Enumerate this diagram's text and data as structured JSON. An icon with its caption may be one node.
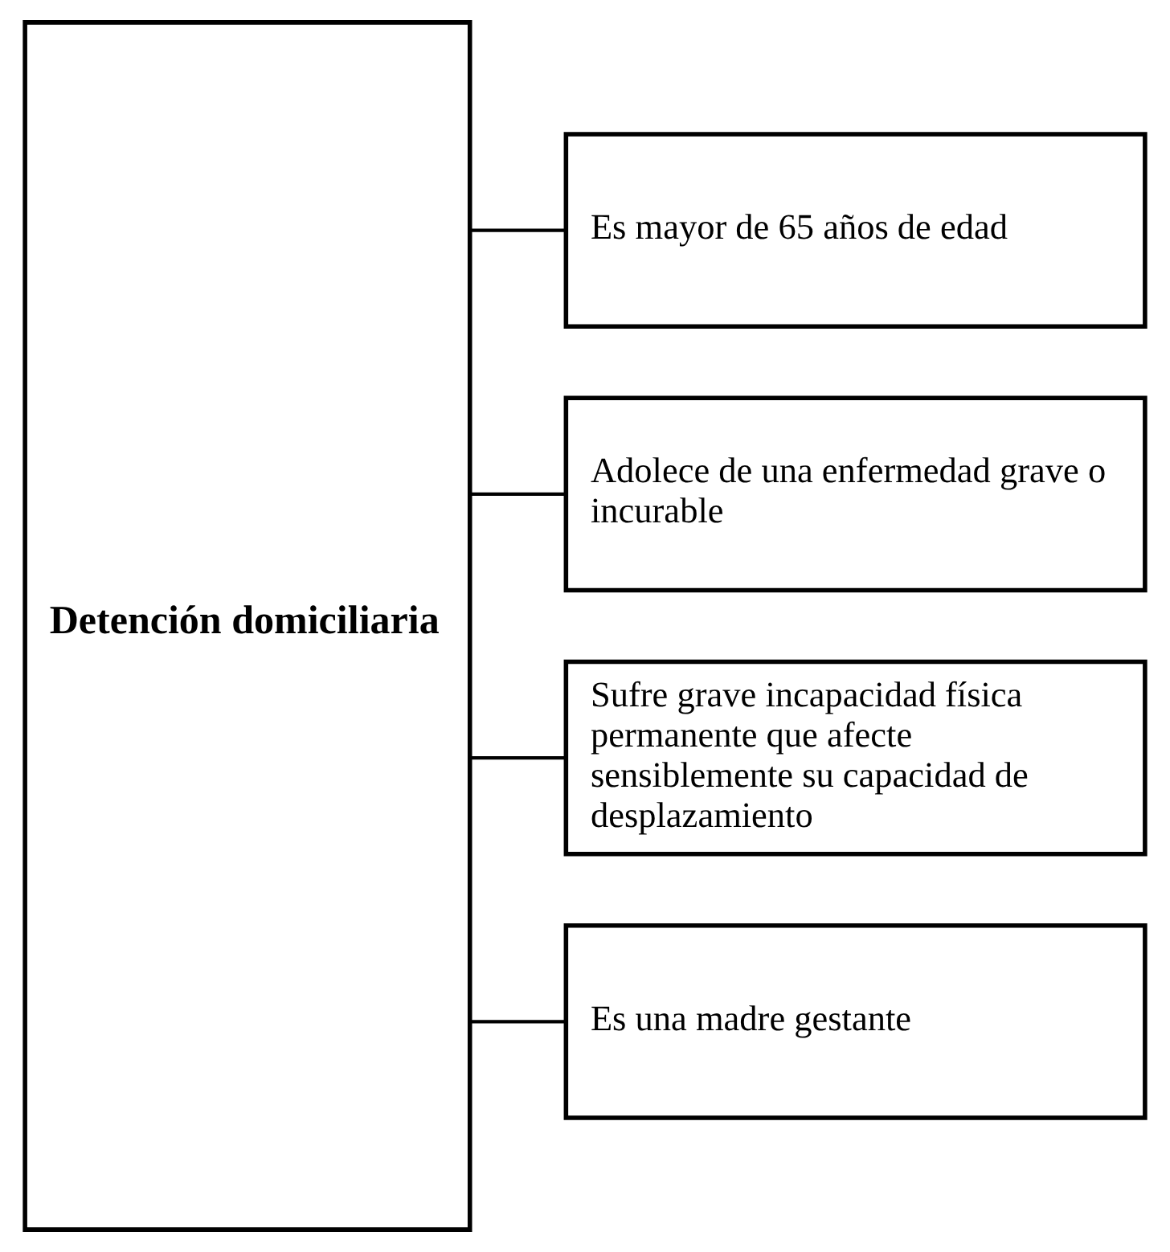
{
  "diagram": {
    "nodes": [
      {
        "text": [
          "Detención domiciliaria"
        ]
      },
      {
        "text": [
          "Es mayor de 65 años de edad"
        ]
      },
      {
        "text": [
          "Adolece de una enfermedad grave o incurable"
        ]
      },
      {
        "text": [
          "Sufre grave incapacidad física permanente que afecte sensiblemente su capacidad de desplazamiento"
        ]
      },
      {
        "text": [
          "Es una madre gestante"
        ]
      }
    ],
    "edges": [
      {
        "from": 0,
        "to": 1,
        "arrow": "none"
      },
      {
        "from": 0,
        "to": 2,
        "arrow": "none"
      },
      {
        "from": 0,
        "to": 3,
        "arrow": "none"
      },
      {
        "from": 0,
        "to": 4,
        "arrow": "none"
      }
    ]
  }
}
